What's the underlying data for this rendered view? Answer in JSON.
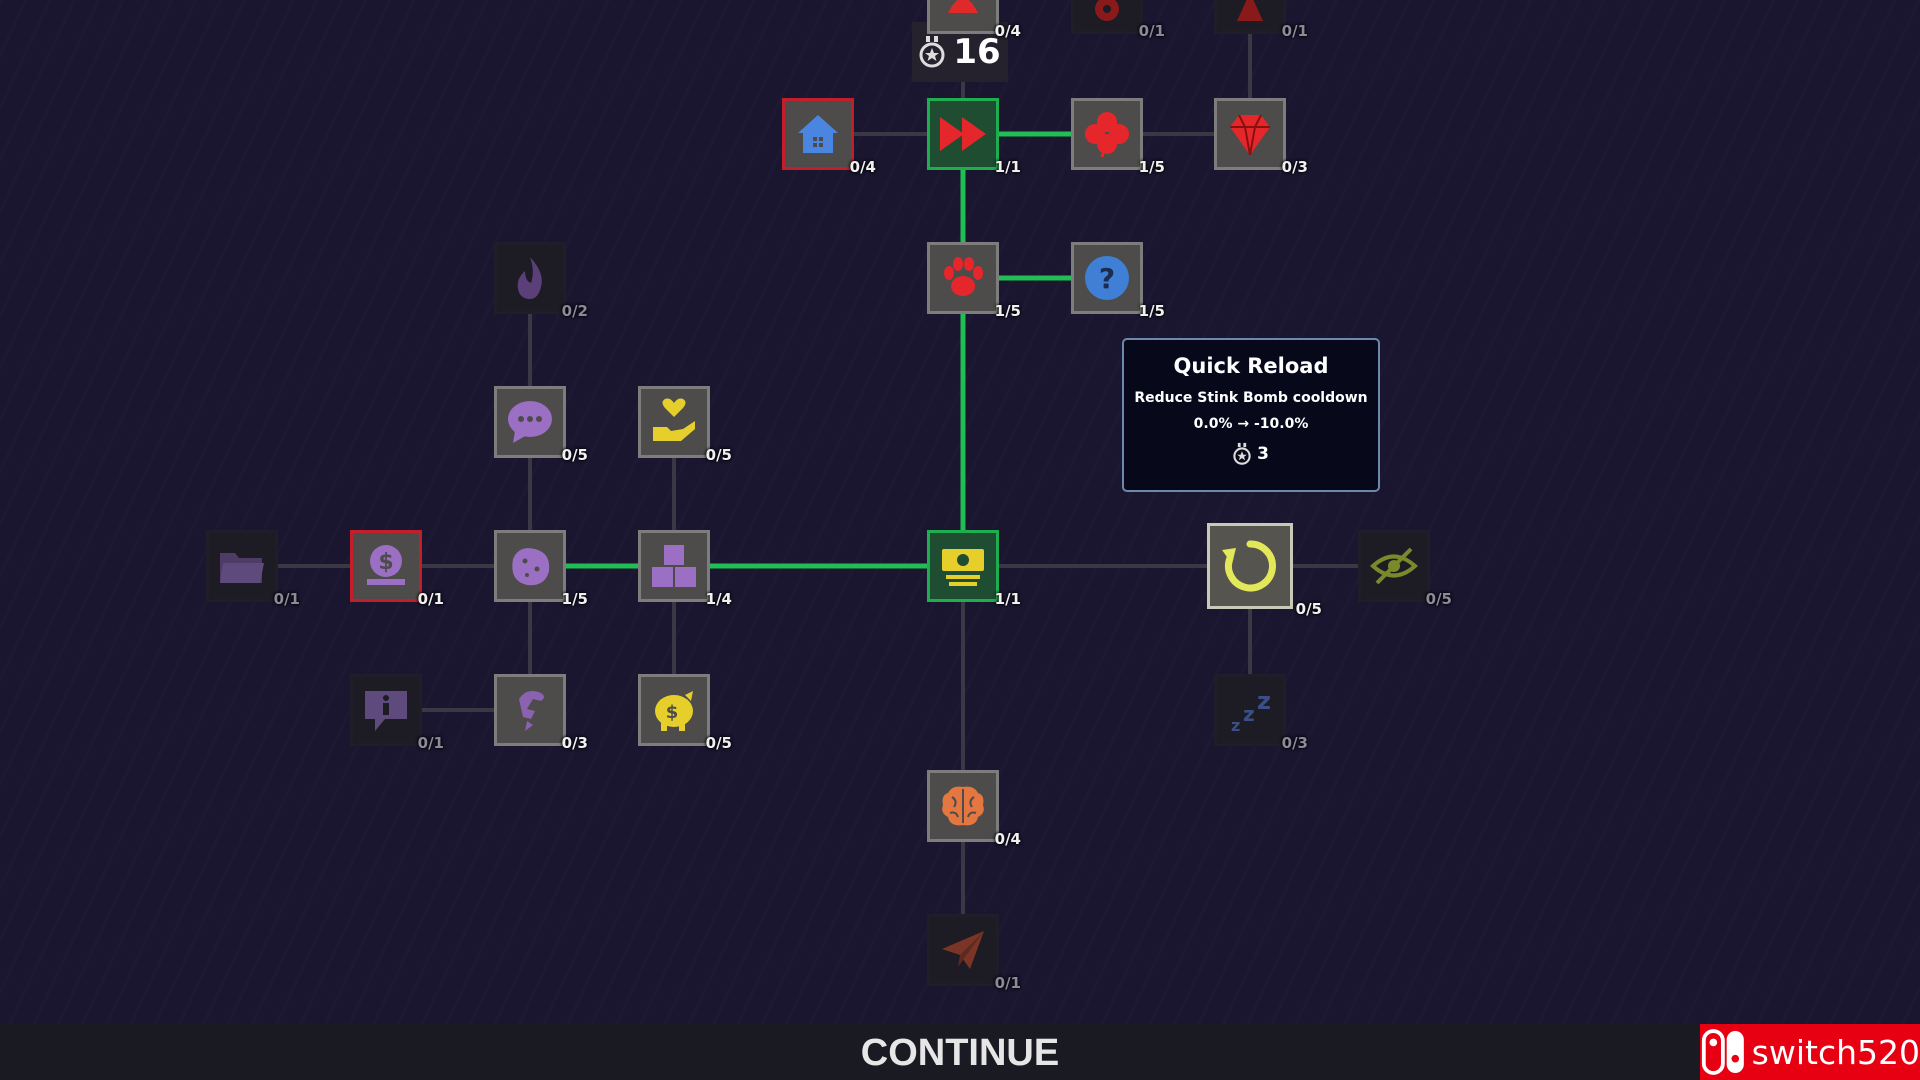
{
  "skill_points": "16",
  "nodes": [
    {
      "id": "top-a",
      "name": "top-unknown-a-node",
      "icon": "bell-icon",
      "count": "0/4",
      "state": "normal"
    },
    {
      "id": "top-b",
      "name": "top-unknown-b-node",
      "icon": "pin-icon",
      "count": "0/1",
      "state": "dim"
    },
    {
      "id": "top-c",
      "name": "top-unknown-c-node",
      "icon": "cone-icon",
      "count": "0/1",
      "state": "dim"
    },
    {
      "id": "home",
      "name": "home-node",
      "icon": "home-icon",
      "count": "0/4",
      "state": "red"
    },
    {
      "id": "ff",
      "name": "fast-forward-node",
      "icon": "fast-forward-icon",
      "count": "1/1",
      "state": "green"
    },
    {
      "id": "clover",
      "name": "clover-node",
      "icon": "clover-icon",
      "count": "1/5",
      "state": "normal"
    },
    {
      "id": "gem",
      "name": "gem-node",
      "icon": "gem-icon",
      "count": "0/3",
      "state": "normal"
    },
    {
      "id": "paw",
      "name": "paw-node",
      "icon": "paw-icon",
      "count": "1/5",
      "state": "normal"
    },
    {
      "id": "question",
      "name": "question-node",
      "icon": "question-icon",
      "count": "1/5",
      "state": "normal"
    },
    {
      "id": "fire",
      "name": "fire-node",
      "icon": "flame-icon",
      "count": "0/2",
      "state": "dim"
    },
    {
      "id": "chat",
      "name": "chat-node",
      "icon": "chat-bubble-icon",
      "count": "0/5",
      "state": "normal"
    },
    {
      "id": "heart-hand",
      "name": "heart-hand-node",
      "icon": "heart-hand-icon",
      "count": "0/5",
      "state": "normal"
    },
    {
      "id": "folder",
      "name": "folder-node",
      "icon": "folder-icon",
      "count": "0/1",
      "state": "dim"
    },
    {
      "id": "coin-stack",
      "name": "coin-stack-node",
      "icon": "dollar-coin-icon",
      "count": "0/1",
      "state": "red"
    },
    {
      "id": "potato",
      "name": "potato-node",
      "icon": "potato-icon",
      "count": "1/5",
      "state": "normal"
    },
    {
      "id": "boxes",
      "name": "boxes-node",
      "icon": "boxes-icon",
      "count": "1/4",
      "state": "normal"
    },
    {
      "id": "cash",
      "name": "cash-node",
      "icon": "cash-icon",
      "count": "1/1",
      "state": "green"
    },
    {
      "id": "reload",
      "name": "quick-reload-node",
      "icon": "reload-icon",
      "count": "0/5",
      "state": "big"
    },
    {
      "id": "eye",
      "name": "hidden-eye-node",
      "icon": "eye-slash-icon",
      "count": "0/5",
      "state": "dim"
    },
    {
      "id": "info",
      "name": "info-node",
      "icon": "info-icon",
      "count": "0/1",
      "state": "dim"
    },
    {
      "id": "hand",
      "name": "hand-node",
      "icon": "hand-icon",
      "count": "0/3",
      "state": "normal"
    },
    {
      "id": "piggy",
      "name": "piggy-bank-node",
      "icon": "piggy-bank-icon",
      "count": "0/5",
      "state": "normal"
    },
    {
      "id": "sleep",
      "name": "sleep-node",
      "icon": "sleep-zzz-icon",
      "count": "0/3",
      "state": "dim"
    },
    {
      "id": "brain",
      "name": "brain-node",
      "icon": "brain-icon",
      "count": "0/4",
      "state": "normal"
    },
    {
      "id": "plane",
      "name": "paper-plane-node",
      "icon": "paper-plane-icon",
      "count": "0/1",
      "state": "dim"
    }
  ],
  "tooltip": {
    "title": "Quick Reload",
    "description": "Reduce Stink Bomb cooldown",
    "values": "0.0% → -10.0%",
    "cost": "3"
  },
  "continue_label": "CONTINUE",
  "watermark": "switch520",
  "colors": {
    "unlocked_link": "#1fbf55",
    "locked_link": "#3a3845",
    "red_border": "#c21f2a",
    "accent_yellow": "#e8e04a"
  }
}
